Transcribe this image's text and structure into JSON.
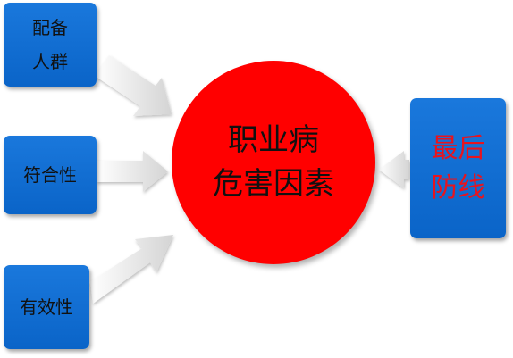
{
  "diagram": {
    "center": {
      "line1": "职业病",
      "line2": "危害因素",
      "color": "#ff0000"
    },
    "left_boxes": [
      {
        "lines": [
          "配备",
          "人群"
        ]
      },
      {
        "lines": [
          "符合性"
        ]
      },
      {
        "lines": [
          "有效性"
        ]
      }
    ],
    "right_box": {
      "lines": [
        "最后",
        "防线"
      ],
      "text_color": "#e8141e"
    },
    "box_color": "#0a64c8",
    "arrow_color": "#e6e6e6"
  }
}
